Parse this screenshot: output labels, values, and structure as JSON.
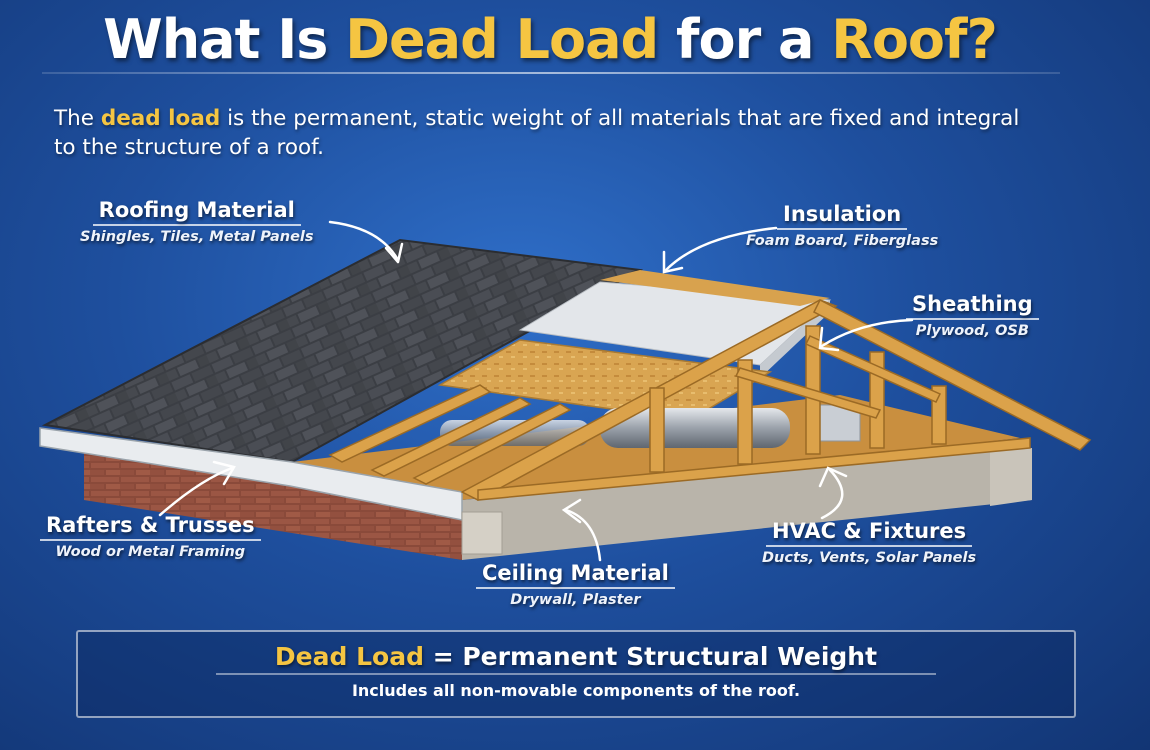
{
  "title": {
    "part1": "What Is ",
    "highlight1": "Dead Load",
    "part2": " for a ",
    "highlight2": "Roof?"
  },
  "intro": {
    "part1": "The ",
    "highlight": "dead load",
    "part2": " is the permanent, static weight of all materials that are fixed and integral to the structure of a roof."
  },
  "labels": {
    "roofing": {
      "name": "Roofing Material",
      "sub": "Shingles, Tiles, Metal Panels"
    },
    "insulation": {
      "name": "Insulation",
      "sub": "Foam Board, Fiberglass"
    },
    "sheathing": {
      "name": "Sheathing",
      "sub": "Plywood, OSB"
    },
    "rafters": {
      "name": "Rafters & Trusses",
      "sub": "Wood or Metal Framing"
    },
    "hvac": {
      "name": "HVAC & Fixtures",
      "sub": "Ducts, Vents, Solar Panels"
    },
    "ceiling": {
      "name": "Ceiling Material",
      "sub": "Drywall, Plaster"
    }
  },
  "summary": {
    "highlight": "Dead Load",
    "equation": " = Permanent Structural Weight",
    "note": "Includes all non-movable components of the roof."
  },
  "colors": {
    "accent": "#f5c542",
    "background": "#1e4f9e",
    "wood": "#d9a04a",
    "shingle": "#3a3d42"
  }
}
